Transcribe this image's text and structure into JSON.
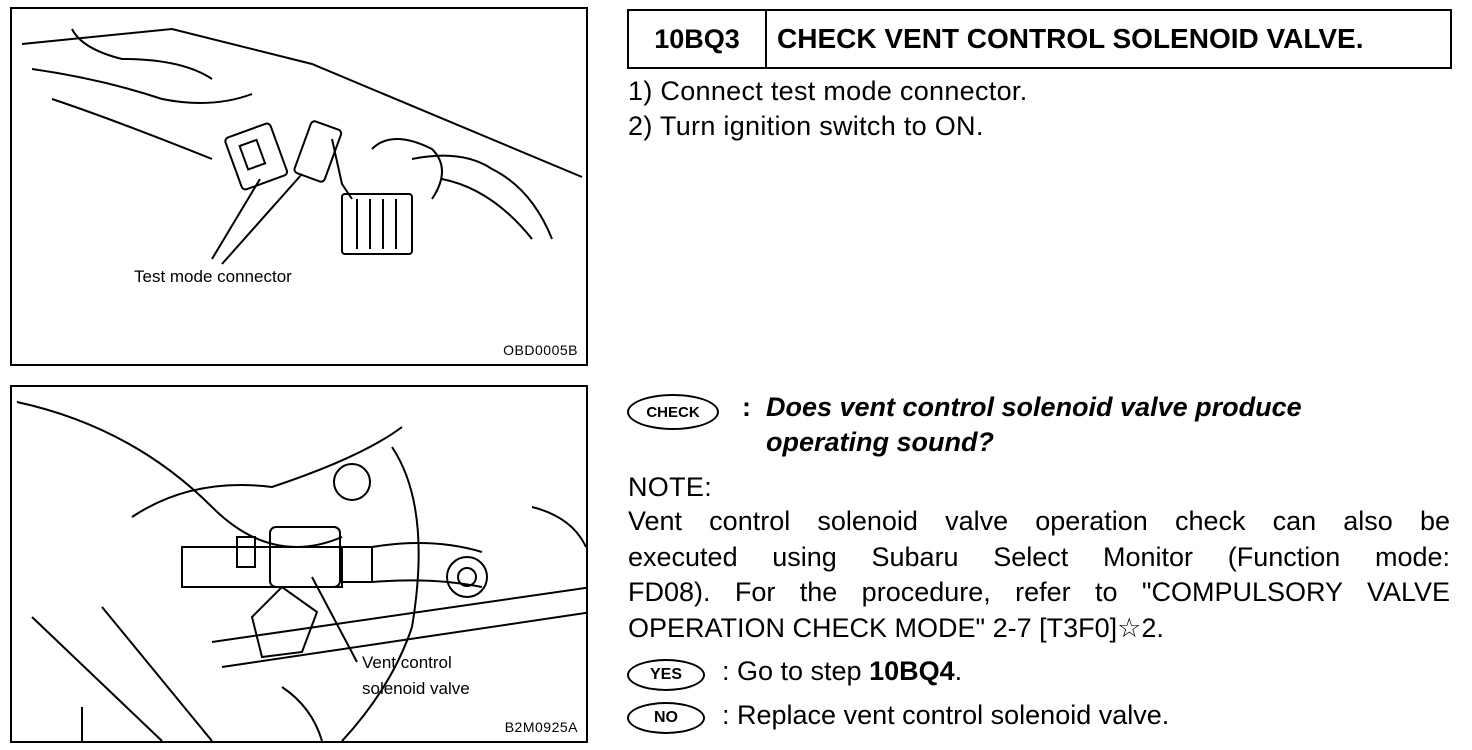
{
  "step": {
    "id": "10BQ3",
    "title": "CHECK VENT CONTROL SOLENOID VALVE."
  },
  "figure1": {
    "label": "Test mode connector",
    "code": "OBD0005B"
  },
  "figure2": {
    "label_line1": "Vent control",
    "label_line2": "solenoid valve",
    "code": "B2M0925A"
  },
  "procedure": [
    "1)  Connect test mode connector.",
    "2)  Turn ignition switch to ON."
  ],
  "check": {
    "badge": "CHECK",
    "colon": ":",
    "question_line1": "Does vent control solenoid valve produce",
    "question_line2": "operating sound?"
  },
  "note": {
    "label": "NOTE:",
    "lines": [
      "Vent control solenoid valve operation check can also be",
      "executed using Subaru Select Monitor (Function mode:",
      "FD08). For the procedure, refer to \"COMPULSORY VALVE",
      "OPERATION CHECK MODE\" 2-7 [T3F0]☆2."
    ]
  },
  "yes": {
    "badge": "YES",
    "text": ":  Go to step ",
    "target": "10BQ4",
    "end": "."
  },
  "no": {
    "badge": "NO",
    "text": ":  Replace vent control solenoid valve."
  }
}
